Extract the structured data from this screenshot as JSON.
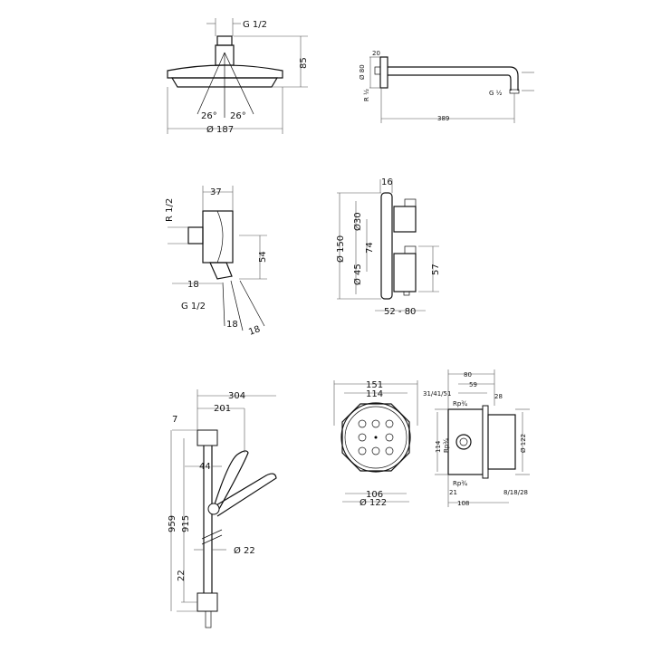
{
  "overhead_shower": {
    "thread": "G 1/2",
    "height": "85",
    "angle_left": "26°",
    "angle_right": "26°",
    "diameter": "Ø 187"
  },
  "shower_arm": {
    "depth": "20",
    "rosette": "Ø 80",
    "inlet": "R ½",
    "outlet": "G ½",
    "length": "389"
  },
  "wall_outlet": {
    "width": "37",
    "inlet": "R 1/2",
    "height": "54",
    "offset": "18",
    "outlet": "G 1/2",
    "dim_a": "18",
    "dim_b": "18"
  },
  "thermostat": {
    "projection": "16",
    "knob_small": "Ø30",
    "plate": "Ø 150",
    "spacing": "74",
    "knob_large": "Ø 45",
    "height": "57",
    "depth": "52 - 80"
  },
  "shower_rail": {
    "total_reach": "304",
    "arm_reach": "201",
    "wall_gap": "7",
    "rail_offset": "44",
    "total_height": "959",
    "rail_height": "915",
    "rail_diameter": "Ø 22",
    "bottom": "22"
  },
  "rough_in_box": {
    "front": {
      "outer": "151",
      "inner": "114",
      "bolt": "106",
      "diameter": "Ø 122"
    },
    "side": {
      "depth": "80",
      "depth_inner": "59",
      "plaster": "31/41/51",
      "port_top": "Rp¾",
      "cover": "28",
      "height": "114",
      "port_mid": "Rp¾",
      "diameter": "Ø 122",
      "port_bottom": "Rp¾",
      "offset": "21",
      "extension": "8/18/28",
      "total": "108"
    }
  }
}
